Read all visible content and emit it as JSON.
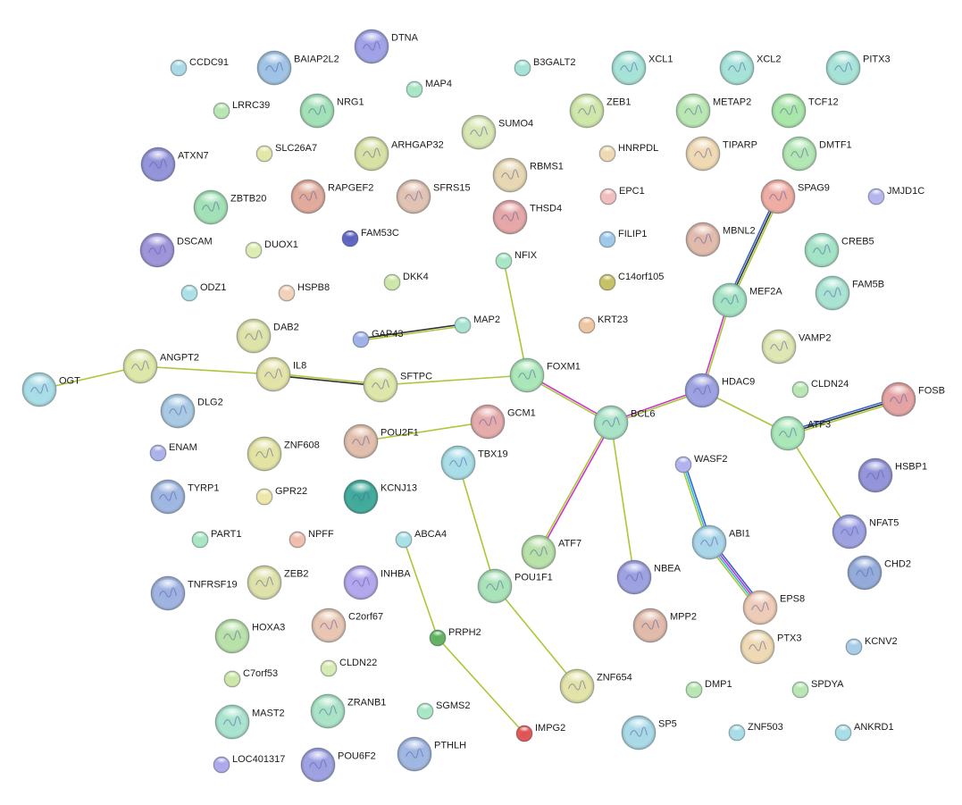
{
  "nodes": [
    {
      "id": "CCDC91",
      "color": "#a8d8e6"
    },
    {
      "id": "BAIAP2L2",
      "color": "#9cc1e4"
    },
    {
      "id": "DTNA",
      "color": "#9d9ee6"
    },
    {
      "id": "B3GALT2",
      "color": "#a3e2d6"
    },
    {
      "id": "XCL1",
      "color": "#a3e2d6"
    },
    {
      "id": "XCL2",
      "color": "#a3e2d6"
    },
    {
      "id": "PITX3",
      "color": "#a3e2d6"
    },
    {
      "id": "MAP4",
      "color": "#a6e6c4"
    },
    {
      "id": "LRRC39",
      "color": "#b6e6b0"
    },
    {
      "id": "NRG1",
      "color": "#9fe0b4"
    },
    {
      "id": "SUMO4",
      "color": "#d6e6b0"
    },
    {
      "id": "ZEB1",
      "color": "#cde6a6"
    },
    {
      "id": "METAP2",
      "color": "#b6e6b0"
    },
    {
      "id": "TCF12",
      "color": "#a6e6a6"
    },
    {
      "id": "ATXN7",
      "color": "#8f90d8"
    },
    {
      "id": "SLC26A7",
      "color": "#e2e6a6"
    },
    {
      "id": "ARHGAP32",
      "color": "#d6e0a0"
    },
    {
      "id": "RBMS1",
      "color": "#e6d6b0"
    },
    {
      "id": "HNRPDL",
      "color": "#eed8b0"
    },
    {
      "id": "TIPARP",
      "color": "#eed8b0"
    },
    {
      "id": "DMTF1",
      "color": "#b0e6b0"
    },
    {
      "id": "ZBTB20",
      "color": "#9fe0b4"
    },
    {
      "id": "RAPGEF2",
      "color": "#e0a898"
    },
    {
      "id": "SFRS15",
      "color": "#e0c0b0"
    },
    {
      "id": "THSD4",
      "color": "#e4a4a4"
    },
    {
      "id": "EPC1",
      "color": "#f0bcbc"
    },
    {
      "id": "SPAG9",
      "color": "#eeaaa0"
    },
    {
      "id": "JMJD1C",
      "color": "#b4b4ee"
    },
    {
      "id": "DSCAM",
      "color": "#9a90d8"
    },
    {
      "id": "DUOX1",
      "color": "#dcecb0"
    },
    {
      "id": "FAM53C",
      "color": "#5b60c0"
    },
    {
      "id": "FILIP1",
      "color": "#9cc8ea"
    },
    {
      "id": "MBNL2",
      "color": "#e0b8a8"
    },
    {
      "id": "CREB5",
      "color": "#a0e2c4"
    },
    {
      "id": "NFIX",
      "color": "#a6e6c4"
    },
    {
      "id": "ODZ1",
      "color": "#a8e0e6"
    },
    {
      "id": "HSPB8",
      "color": "#f0d0b8"
    },
    {
      "id": "DKK4",
      "color": "#cde6a6"
    },
    {
      "id": "C14orf105",
      "color": "#c4c060"
    },
    {
      "id": "FAM5B",
      "color": "#a6e2d0"
    },
    {
      "id": "MEF2A",
      "color": "#a0e2c0"
    },
    {
      "id": "DAB2",
      "color": "#dde2a6"
    },
    {
      "id": "GAP43",
      "color": "#9cb0e8"
    },
    {
      "id": "MAP2",
      "color": "#a6e2d0"
    },
    {
      "id": "KRT23",
      "color": "#eec4a0"
    },
    {
      "id": "VAMP2",
      "color": "#dde6b0"
    },
    {
      "id": "ANGPT2",
      "color": "#dde6a6"
    },
    {
      "id": "IL8",
      "color": "#e2e2a6"
    },
    {
      "id": "OGT",
      "color": "#a6dce6"
    },
    {
      "id": "SFTPC",
      "color": "#dde6a6"
    },
    {
      "id": "FOXM1",
      "color": "#a6e6b6"
    },
    {
      "id": "HDAC9",
      "color": "#9a9ee0"
    },
    {
      "id": "CLDN24",
      "color": "#b6e6b0"
    },
    {
      "id": "FOSB",
      "color": "#e4a0a0"
    },
    {
      "id": "DLG2",
      "color": "#a6c8e2"
    },
    {
      "id": "GCM1",
      "color": "#e4a8a8"
    },
    {
      "id": "BCL6",
      "color": "#a6e2c4"
    },
    {
      "id": "POU2F1",
      "color": "#e0bca8"
    },
    {
      "id": "ATF3",
      "color": "#a6e6b6"
    },
    {
      "id": "ENAM",
      "color": "#aab0ea"
    },
    {
      "id": "ZNF608",
      "color": "#e2e2a0"
    },
    {
      "id": "TBX19",
      "color": "#a6dce6"
    },
    {
      "id": "WASF2",
      "color": "#b0b0ee"
    },
    {
      "id": "HSBP1",
      "color": "#8f90d8"
    },
    {
      "id": "TYRP1",
      "color": "#9cb4e0"
    },
    {
      "id": "GPR22",
      "color": "#eee6a6"
    },
    {
      "id": "KCNJ13",
      "color": "#3aa898"
    },
    {
      "id": "NFAT5",
      "color": "#9a9ee0"
    },
    {
      "id": "PART1",
      "color": "#a6e6c4"
    },
    {
      "id": "NPFF",
      "color": "#f0bcac"
    },
    {
      "id": "ABCA4",
      "color": "#a6e0e6"
    },
    {
      "id": "ABI1",
      "color": "#a6d4e8"
    },
    {
      "id": "ATF7",
      "color": "#b6e0a6"
    },
    {
      "id": "CHD2",
      "color": "#90a8d8"
    },
    {
      "id": "TNFRSF19",
      "color": "#9cb0e0"
    },
    {
      "id": "ZEB2",
      "color": "#dde0a6"
    },
    {
      "id": "INHBA",
      "color": "#b0a4ec"
    },
    {
      "id": "POU1F1",
      "color": "#a6e2b6"
    },
    {
      "id": "NBEA",
      "color": "#9a9ee0"
    },
    {
      "id": "EPS8",
      "color": "#eecab4"
    },
    {
      "id": "HOXA3",
      "color": "#b6e0a6"
    },
    {
      "id": "C2orf67",
      "color": "#e8c4b0"
    },
    {
      "id": "MPP2",
      "color": "#e0b8a8"
    },
    {
      "id": "PRPH2",
      "color": "#5cb05c"
    },
    {
      "id": "PTX3",
      "color": "#eed8b0"
    },
    {
      "id": "KCNV2",
      "color": "#a6cce8"
    },
    {
      "id": "C7orf53",
      "color": "#cde6a6"
    },
    {
      "id": "CLDN22",
      "color": "#d6eab0"
    },
    {
      "id": "ZNF654",
      "color": "#e2e2a6"
    },
    {
      "id": "DMP1",
      "color": "#b6e6b0"
    },
    {
      "id": "SPDYA",
      "color": "#b6e6b0"
    },
    {
      "id": "MAST2",
      "color": "#a6e2cc"
    },
    {
      "id": "ZRANB1",
      "color": "#a6e2c4"
    },
    {
      "id": "SGMS2",
      "color": "#a6e6c4"
    },
    {
      "id": "SP5",
      "color": "#a6d8e6"
    },
    {
      "id": "ZNF503",
      "color": "#a6dce6"
    },
    {
      "id": "ANKRD1",
      "color": "#a6dce6"
    },
    {
      "id": "IMPG2",
      "color": "#e05050"
    },
    {
      "id": "PTHLH",
      "color": "#9cb4e0"
    },
    {
      "id": "LOC401317",
      "color": "#aaa6ec"
    },
    {
      "id": "POU6F2",
      "color": "#9a9ee0"
    }
  ],
  "edges": [
    {
      "source": "OGT",
      "target": "ANGPT2",
      "colors": [
        "#a8c838"
      ]
    },
    {
      "source": "ANGPT2",
      "target": "IL8",
      "colors": [
        "#a8c838"
      ]
    },
    {
      "source": "IL8",
      "target": "SFTPC",
      "colors": [
        "#a8c838",
        "#333333"
      ]
    },
    {
      "source": "SFTPC",
      "target": "FOXM1",
      "colors": [
        "#a8c838"
      ]
    },
    {
      "source": "NFIX",
      "target": "FOXM1",
      "colors": [
        "#a8c838"
      ]
    },
    {
      "source": "GAP43",
      "target": "MAP2",
      "colors": [
        "#333333",
        "#a8c838"
      ]
    },
    {
      "source": "FOXM1",
      "target": "BCL6",
      "colors": [
        "#cc33cc",
        "#a8c838"
      ]
    },
    {
      "source": "BCL6",
      "target": "HDAC9",
      "colors": [
        "#cc33cc",
        "#a8c838"
      ]
    },
    {
      "source": "HDAC9",
      "target": "MEF2A",
      "colors": [
        "#cc33cc",
        "#a8c838"
      ]
    },
    {
      "source": "MEF2A",
      "target": "SPAG9",
      "colors": [
        "#3366cc",
        "#333333",
        "#a8c838"
      ]
    },
    {
      "source": "HDAC9",
      "target": "ATF3",
      "colors": [
        "#a8c838"
      ]
    },
    {
      "source": "ATF3",
      "target": "FOSB",
      "colors": [
        "#3366cc",
        "#333333",
        "#a8c838"
      ]
    },
    {
      "source": "ATF3",
      "target": "NFAT5",
      "colors": [
        "#a8c838"
      ]
    },
    {
      "source": "BCL6",
      "target": "ATF7",
      "colors": [
        "#cc33cc",
        "#a8c838"
      ]
    },
    {
      "source": "BCL6",
      "target": "NBEA",
      "colors": [
        "#a8c838"
      ]
    },
    {
      "source": "POU2F1",
      "target": "GCM1",
      "colors": [
        "#a8c838"
      ]
    },
    {
      "source": "TBX19",
      "target": "POU1F1",
      "colors": [
        "#a8c838"
      ]
    },
    {
      "source": "POU1F1",
      "target": "ZNF654",
      "colors": [
        "#a8c838"
      ]
    },
    {
      "source": "ABCA4",
      "target": "PRPH2",
      "colors": [
        "#a8c838"
      ]
    },
    {
      "source": "PRPH2",
      "target": "IMPG2",
      "colors": [
        "#a8c838"
      ]
    },
    {
      "source": "WASF2",
      "target": "ABI1",
      "colors": [
        "#3366cc",
        "#33bbcc",
        "#a8c838"
      ]
    },
    {
      "source": "ABI1",
      "target": "EPS8",
      "colors": [
        "#3366cc",
        "#cc33cc",
        "#33bbcc",
        "#a8c838"
      ]
    }
  ]
}
